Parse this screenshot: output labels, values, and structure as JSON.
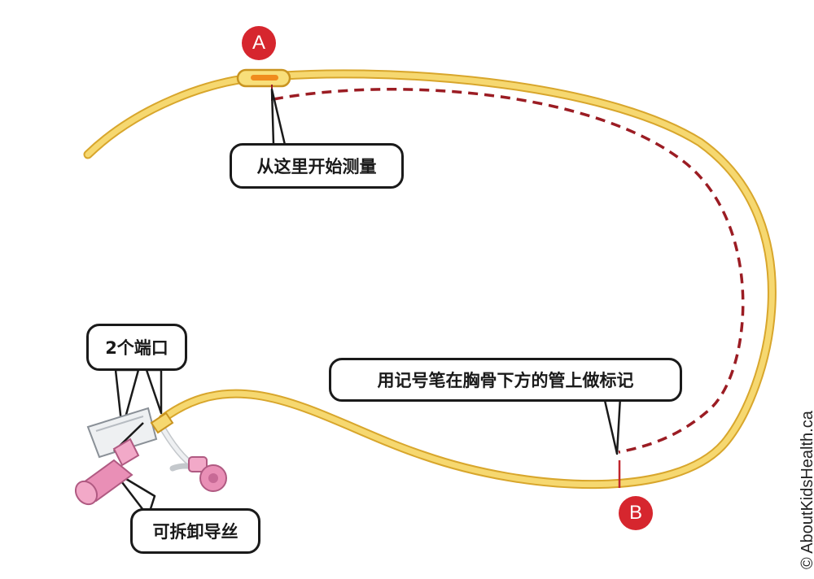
{
  "labels": {
    "measure_start": "从这里开始测量",
    "two_ports": "2个端口",
    "mark_tube": "用记号笔在胸骨下方的管上做标记",
    "removable_guidewire": "可拆卸导丝"
  },
  "markers": {
    "a": "A",
    "b": "B"
  },
  "copyright": "© AboutKidsHealth.ca",
  "colors": {
    "tube_fill": "#f6d870",
    "tube_outline": "#d8a62c",
    "measure_line": "#9b1c23",
    "marker_fill": "#d6262e",
    "pink": "#e98fb6"
  }
}
